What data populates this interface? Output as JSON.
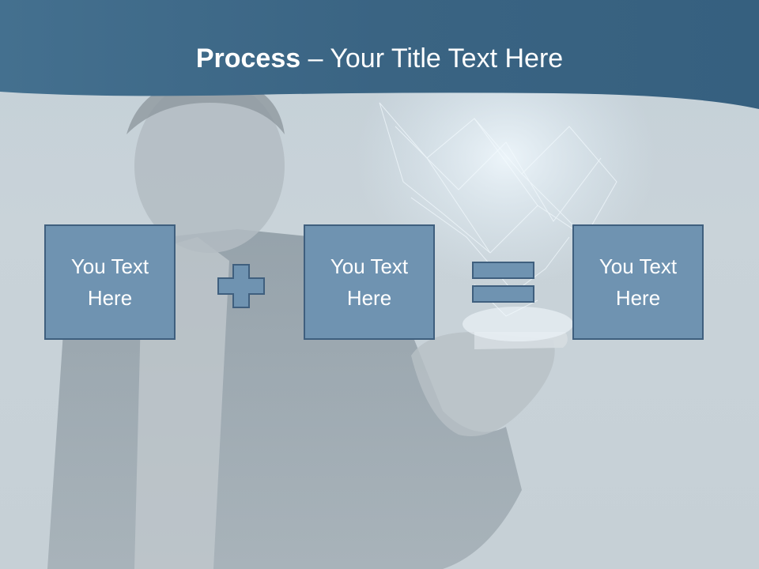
{
  "slide": {
    "title_bold": "Process",
    "title_rest": " – Your Title Text Here",
    "boxes": [
      {
        "label": "You Text Here"
      },
      {
        "label": "You Text Here"
      },
      {
        "label": "You Text Here"
      }
    ],
    "operators": [
      "plus-icon",
      "equals-icon"
    ]
  },
  "colors": {
    "banner": "#3e6685",
    "box_fill": "#6f93b1",
    "box_border": "#3f5f7e",
    "operator_fill": "#6f93b1"
  }
}
